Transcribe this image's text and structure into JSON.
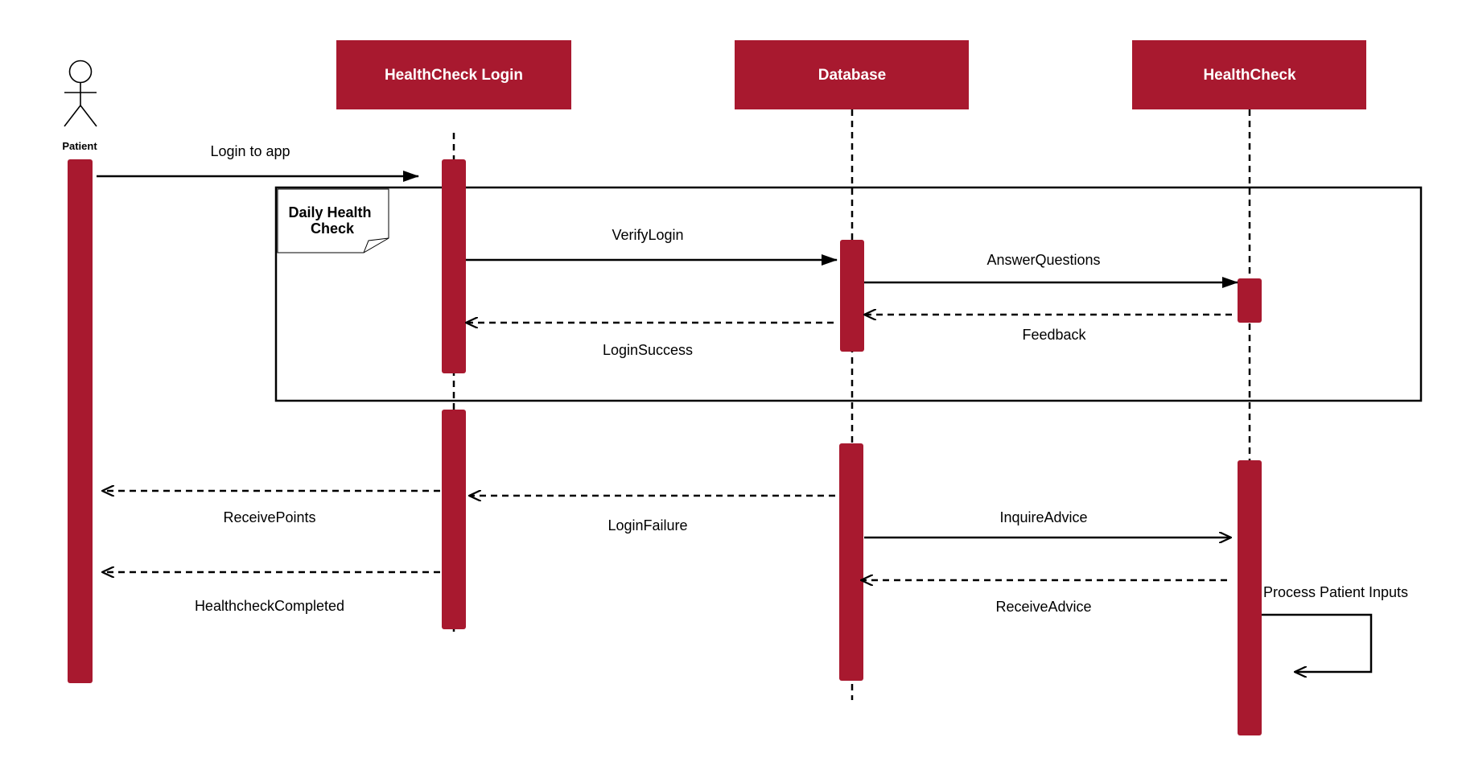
{
  "colors": {
    "accent": "#a8192f",
    "line": "#000000",
    "background": "#ffffff"
  },
  "actor": {
    "name": "Patient"
  },
  "participants": [
    {
      "id": "login",
      "name": "HealthCheck Login"
    },
    {
      "id": "database",
      "name": "Database"
    },
    {
      "id": "healthcheck",
      "name": "HealthCheck"
    }
  ],
  "frame": {
    "label_line1": "Daily Health",
    "label_line2": "Check"
  },
  "messages": [
    {
      "id": "login-to-app",
      "label": "Login to app",
      "style": "solid"
    },
    {
      "id": "verify-login",
      "label": "VerifyLogin",
      "style": "solid"
    },
    {
      "id": "answer-questions",
      "label": "AnswerQuestions",
      "style": "solid"
    },
    {
      "id": "feedback",
      "label": "Feedback",
      "style": "dashed"
    },
    {
      "id": "login-success",
      "label": "LoginSuccess",
      "style": "dashed"
    },
    {
      "id": "receive-points",
      "label": "ReceivePoints",
      "style": "dashed"
    },
    {
      "id": "login-failure",
      "label": "LoginFailure",
      "style": "dashed"
    },
    {
      "id": "inquire-advice",
      "label": "InquireAdvice",
      "style": "solid"
    },
    {
      "id": "receive-advice",
      "label": "ReceiveAdvice",
      "style": "dashed"
    },
    {
      "id": "healthcheck-completed",
      "label": "HealthcheckCompleted",
      "style": "dashed"
    },
    {
      "id": "process-patient-inputs",
      "label": "Process Patient Inputs",
      "style": "solid"
    }
  ]
}
